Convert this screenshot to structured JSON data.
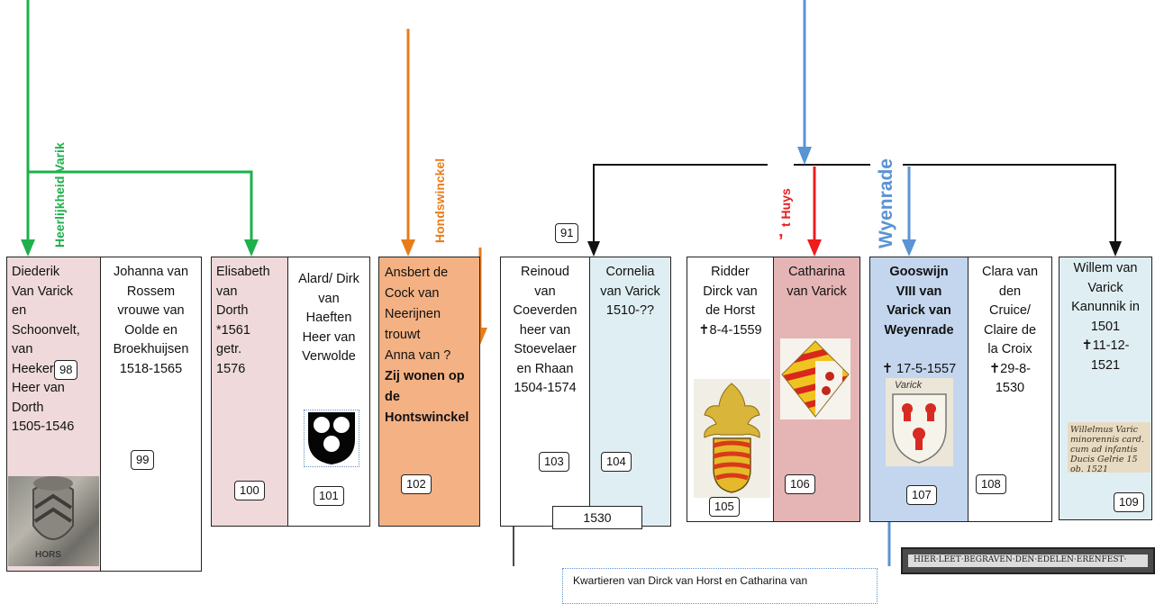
{
  "labels": {
    "varik": "Heerlijkheid Varik",
    "hondswinckel": "Hondswinckel",
    "huys": "t Huys",
    "apostrophe": "’",
    "wyenrade": "Wyenrade"
  },
  "persons": {
    "diederik": [
      "Diederik",
      "Van Varick",
      "en",
      "Schoonvelt,",
      "van",
      "Heekeren,",
      "Heer van",
      "Dorth",
      "1505-1546"
    ],
    "johanna": [
      "Johanna van",
      "Rossem",
      "vrouwe van",
      "Oolde en",
      "Broekhuijsen",
      "1518-1565"
    ],
    "elisabeth": [
      "Elisabeth",
      "van",
      "Dorth",
      "*1561",
      "getr.",
      "1576"
    ],
    "alard": [
      "Alard/ Dirk",
      "van",
      "Haeften",
      "Heer van",
      "Verwolde"
    ],
    "ansbert": [
      "Ansbert de",
      "Cock van",
      "Neerijnen",
      "trouwt",
      "Anna van ?"
    ],
    "ansbert_bold": [
      "Zij wonen op",
      "de",
      "Hontswinckel"
    ],
    "reinoud": [
      "Reinoud",
      "van",
      "Coeverden",
      "heer van",
      "Stoevelaer",
      "en Rhaan",
      "1504-1574"
    ],
    "cornelia": [
      "Cornelia",
      "van Varick",
      "1510-??"
    ],
    "dirck": [
      "Ridder",
      "Dirck van",
      "de Horst",
      "✝8-4-1559"
    ],
    "catharina": [
      "Catharina",
      "van Varick"
    ],
    "gooswijn": [
      "Gooswijn",
      "VIII van",
      "Varick van",
      "Weyenrade"
    ],
    "gooswijn_death": "✝ 17-5-1557",
    "clara": [
      "Clara van",
      "den",
      "Cruice/",
      "Claire de",
      "la Croix",
      "✝29-8-",
      "1530"
    ],
    "willem": [
      "Willem van",
      "Varick",
      "Kanunnik in",
      "1501",
      "✝11-12-",
      "1521"
    ]
  },
  "numbers": {
    "n91": "91",
    "n98": "98",
    "n99": "99",
    "n100": "100",
    "n101": "101",
    "n102": "102",
    "n103": "103",
    "n104": "104",
    "n105": "105",
    "n106": "106",
    "n107": "107",
    "n108": "108",
    "n109": "109",
    "n1530": "1530"
  },
  "crest_varick": "Varick",
  "manuscript": "Willelmus Varic minorennis card. cum ad infantis Ducis Gelrie 15 ob. 1521",
  "stone_text": "HORS",
  "caption": "Kwartieren van Dirck van Horst en Catharina van",
  "plaque": "HIER·LEET·BEGRAVEN·DEN·EDELEN·ERENFEST·",
  "colors": {
    "green": "#1eb04b",
    "orange": "#e97c1a",
    "red": "#ee1c1c",
    "blue": "#5b93d3"
  }
}
